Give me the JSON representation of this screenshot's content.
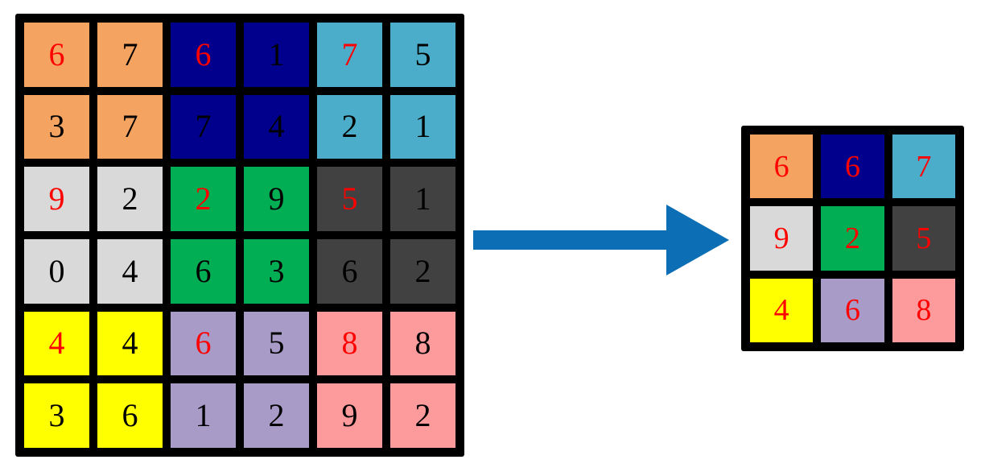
{
  "palette": {
    "orange": "#F4A460",
    "navy": "#00008C",
    "teal": "#4BADC9",
    "lightgray": "#D9D9D9",
    "green": "#01AE54",
    "darkgray": "#414141",
    "yellow": "#FFFF00",
    "purple": "#A99BC8",
    "pink": "#FD9A9C",
    "black": "#000000",
    "white": "#FFFFFF",
    "digit_black": "#000000",
    "digit_red": "#FF0000",
    "arrow_blue": "#0C6EB4"
  },
  "arrow": {
    "name": "transform-arrow",
    "direction": "right",
    "color": "#0C6EB4"
  },
  "input_grid": {
    "label": "input-grid",
    "rows": 6,
    "cols": 6,
    "background": "#000000",
    "cells": [
      [
        {
          "value": "6",
          "bg": "#F4A460",
          "fg": "#FF0000"
        },
        {
          "value": "7",
          "bg": "#F4A460",
          "fg": "#000000"
        },
        {
          "value": "6",
          "bg": "#00008C",
          "fg": "#FF0000"
        },
        {
          "value": "1",
          "bg": "#00008C",
          "fg": "#000000"
        },
        {
          "value": "7",
          "bg": "#4BADC9",
          "fg": "#FF0000"
        },
        {
          "value": "5",
          "bg": "#4BADC9",
          "fg": "#000000"
        }
      ],
      [
        {
          "value": "3",
          "bg": "#F4A460",
          "fg": "#000000"
        },
        {
          "value": "7",
          "bg": "#F4A460",
          "fg": "#000000"
        },
        {
          "value": "7",
          "bg": "#00008C",
          "fg": "#000000"
        },
        {
          "value": "4",
          "bg": "#00008C",
          "fg": "#000000"
        },
        {
          "value": "2",
          "bg": "#4BADC9",
          "fg": "#000000"
        },
        {
          "value": "1",
          "bg": "#4BADC9",
          "fg": "#000000"
        }
      ],
      [
        {
          "value": "9",
          "bg": "#D9D9D9",
          "fg": "#FF0000"
        },
        {
          "value": "2",
          "bg": "#D9D9D9",
          "fg": "#000000"
        },
        {
          "value": "2",
          "bg": "#01AE54",
          "fg": "#FF0000"
        },
        {
          "value": "9",
          "bg": "#01AE54",
          "fg": "#000000"
        },
        {
          "value": "5",
          "bg": "#414141",
          "fg": "#FF0000"
        },
        {
          "value": "1",
          "bg": "#414141",
          "fg": "#000000"
        }
      ],
      [
        {
          "value": "0",
          "bg": "#D9D9D9",
          "fg": "#000000"
        },
        {
          "value": "4",
          "bg": "#D9D9D9",
          "fg": "#000000"
        },
        {
          "value": "6",
          "bg": "#01AE54",
          "fg": "#000000"
        },
        {
          "value": "3",
          "bg": "#01AE54",
          "fg": "#000000"
        },
        {
          "value": "6",
          "bg": "#414141",
          "fg": "#000000"
        },
        {
          "value": "2",
          "bg": "#414141",
          "fg": "#000000"
        }
      ],
      [
        {
          "value": "4",
          "bg": "#FFFF00",
          "fg": "#FF0000"
        },
        {
          "value": "4",
          "bg": "#FFFF00",
          "fg": "#000000"
        },
        {
          "value": "6",
          "bg": "#A99BC8",
          "fg": "#FF0000"
        },
        {
          "value": "5",
          "bg": "#A99BC8",
          "fg": "#000000"
        },
        {
          "value": "8",
          "bg": "#FD9A9C",
          "fg": "#FF0000"
        },
        {
          "value": "8",
          "bg": "#FD9A9C",
          "fg": "#000000"
        }
      ],
      [
        {
          "value": "3",
          "bg": "#FFFF00",
          "fg": "#000000"
        },
        {
          "value": "6",
          "bg": "#FFFF00",
          "fg": "#000000"
        },
        {
          "value": "1",
          "bg": "#A99BC8",
          "fg": "#000000"
        },
        {
          "value": "2",
          "bg": "#A99BC8",
          "fg": "#000000"
        },
        {
          "value": "9",
          "bg": "#FD9A9C",
          "fg": "#000000"
        },
        {
          "value": "2",
          "bg": "#FD9A9C",
          "fg": "#000000"
        }
      ]
    ]
  },
  "output_grid": {
    "label": "output-grid",
    "rows": 3,
    "cols": 3,
    "background": "#000000",
    "cells": [
      [
        {
          "value": "6",
          "bg": "#F4A460",
          "fg": "#FF0000"
        },
        {
          "value": "6",
          "bg": "#00008C",
          "fg": "#FF0000"
        },
        {
          "value": "7",
          "bg": "#4BADC9",
          "fg": "#FF0000"
        }
      ],
      [
        {
          "value": "9",
          "bg": "#D9D9D9",
          "fg": "#FF0000"
        },
        {
          "value": "2",
          "bg": "#01AE54",
          "fg": "#FF0000"
        },
        {
          "value": "5",
          "bg": "#414141",
          "fg": "#FF0000"
        }
      ],
      [
        {
          "value": "4",
          "bg": "#FFFF00",
          "fg": "#FF0000"
        },
        {
          "value": "6",
          "bg": "#A99BC8",
          "fg": "#FF0000"
        },
        {
          "value": "8",
          "bg": "#FD9A9C",
          "fg": "#FF0000"
        }
      ]
    ]
  }
}
